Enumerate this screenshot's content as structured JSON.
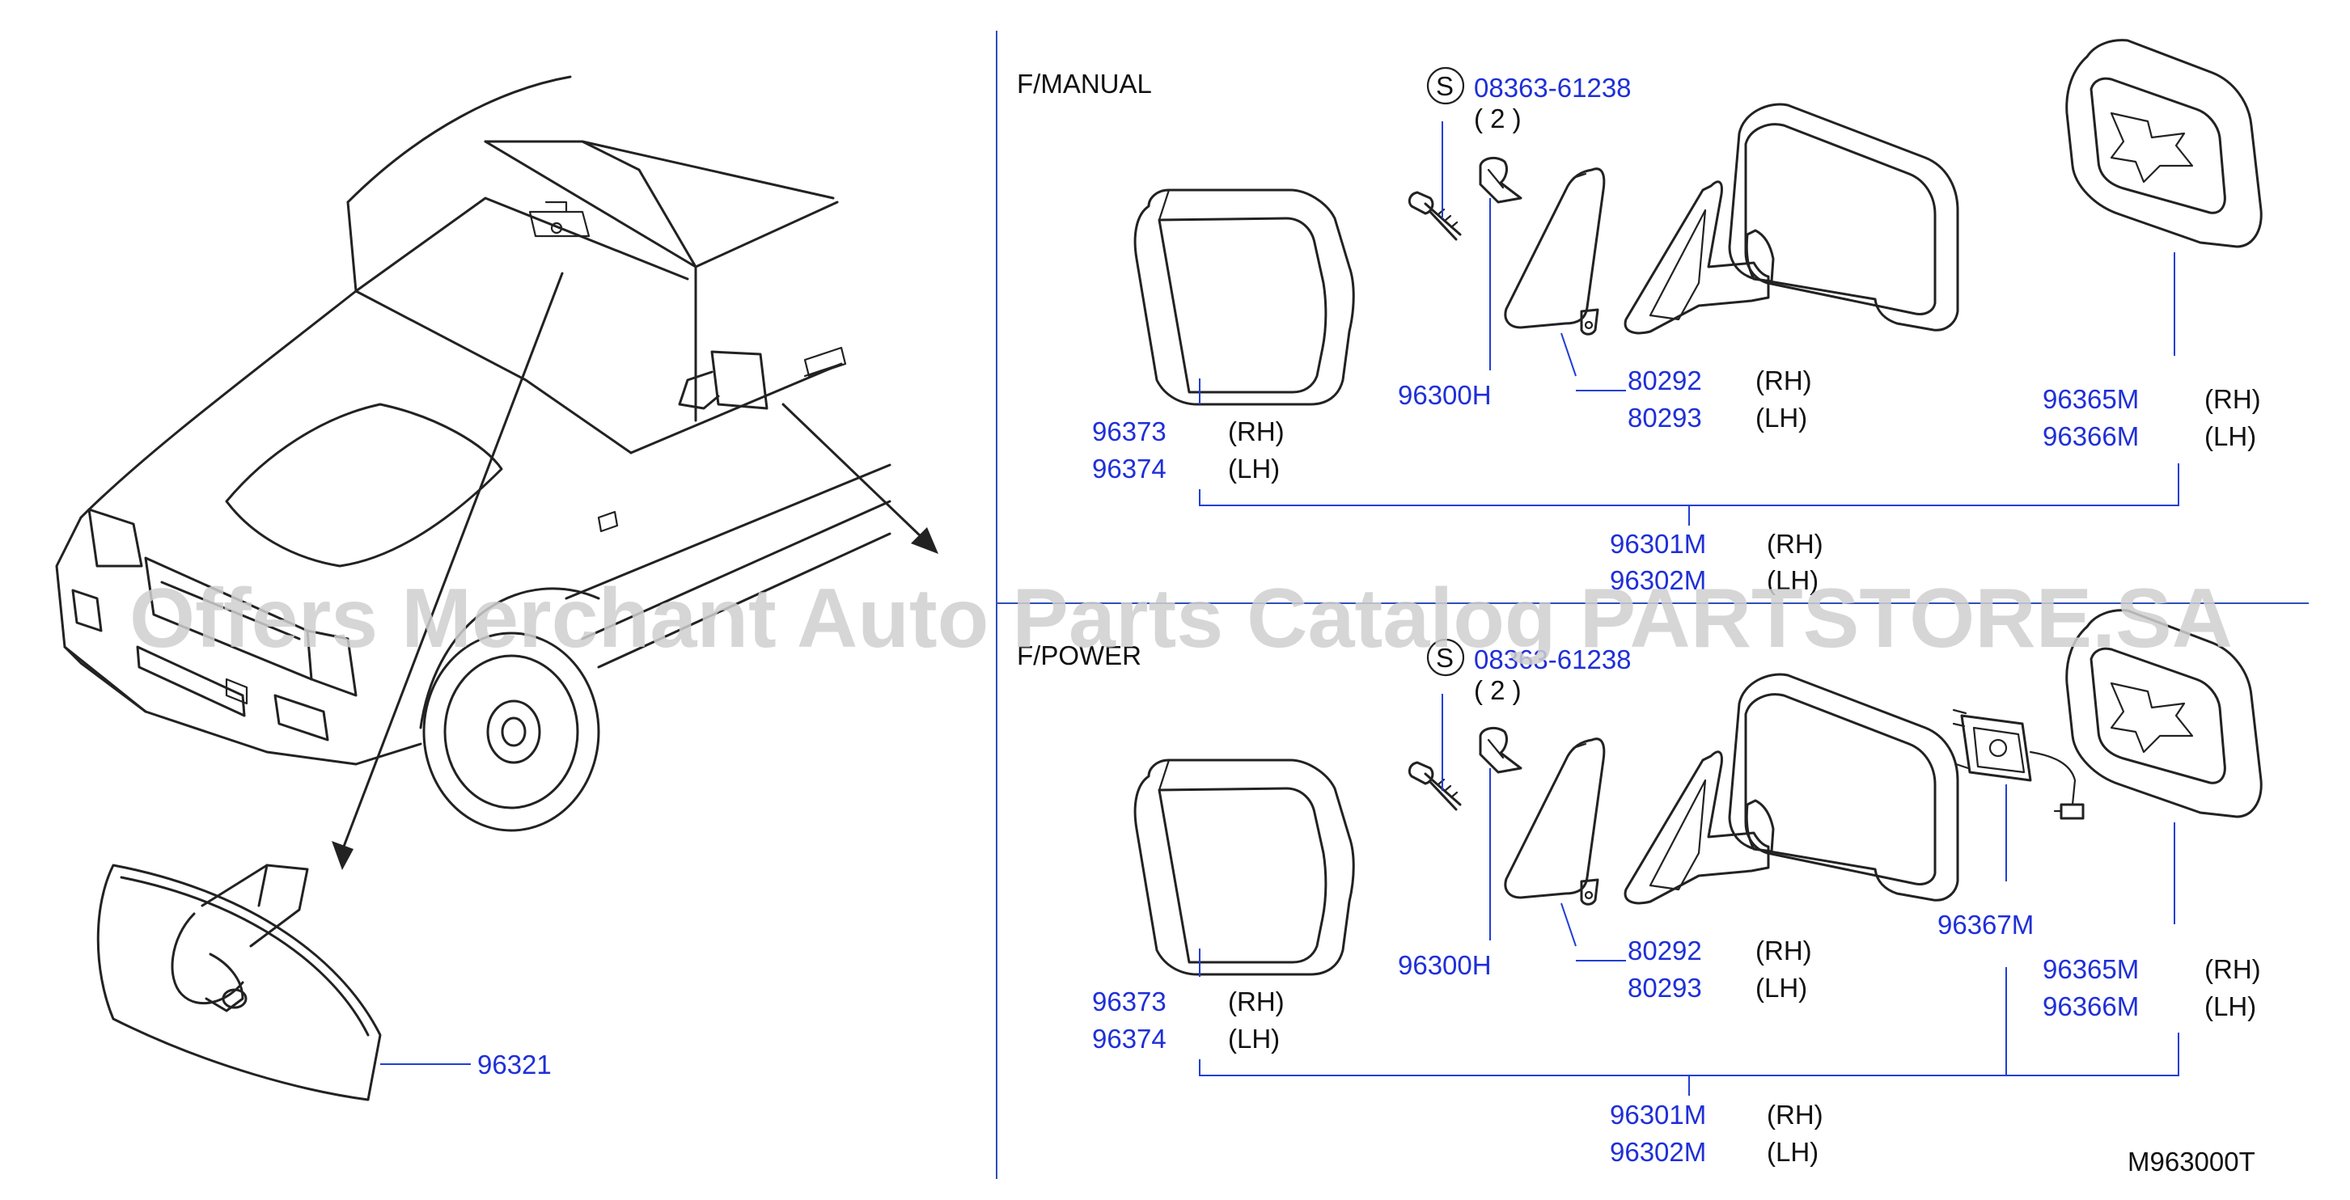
{
  "sections": {
    "manual": {
      "title": "F/MANUAL"
    },
    "power": {
      "title": "F/POWER"
    }
  },
  "watermark": "Offers Merchant Auto Parts Catalog PARTSTORE.SA",
  "diagram_code": "M963000T",
  "inner_mirror": {
    "part": "96321"
  },
  "callouts": {
    "manual": {
      "screw": {
        "symbol": "S",
        "part": "08363-61238",
        "qty": "( 2 )"
      },
      "clip": {
        "part": "96300H"
      },
      "cover_rh": {
        "part": "80292",
        "side": "(RH)"
      },
      "cover_lh": {
        "part": "80293",
        "side": "(LH)"
      },
      "glass_rh": {
        "part": "96373",
        "side": "(RH)"
      },
      "glass_lh": {
        "part": "96374",
        "side": "(LH)"
      },
      "mirror_glass_rh": {
        "part": "96365M",
        "side": "(RH)"
      },
      "mirror_glass_lh": {
        "part": "96366M",
        "side": "(LH)"
      },
      "assy_rh": {
        "part": "96301M",
        "side": "(RH)"
      },
      "assy_lh": {
        "part": "96302M",
        "side": "(LH)"
      }
    },
    "power": {
      "screw": {
        "symbol": "S",
        "part": "08363-61238",
        "qty": "( 2 )"
      },
      "clip": {
        "part": "96300H"
      },
      "actuator": {
        "part": "96367M"
      },
      "cover_rh": {
        "part": "80292",
        "side": "(RH)"
      },
      "cover_lh": {
        "part": "80293",
        "side": "(LH)"
      },
      "glass_rh": {
        "part": "96373",
        "side": "(RH)"
      },
      "glass_lh": {
        "part": "96374",
        "side": "(LH)"
      },
      "mirror_glass_rh": {
        "part": "96365M",
        "side": "(RH)"
      },
      "mirror_glass_lh": {
        "part": "96366M",
        "side": "(LH)"
      },
      "assy_rh": {
        "part": "96301M",
        "side": "(RH)"
      },
      "assy_lh": {
        "part": "96302M",
        "side": "(LH)"
      }
    }
  }
}
